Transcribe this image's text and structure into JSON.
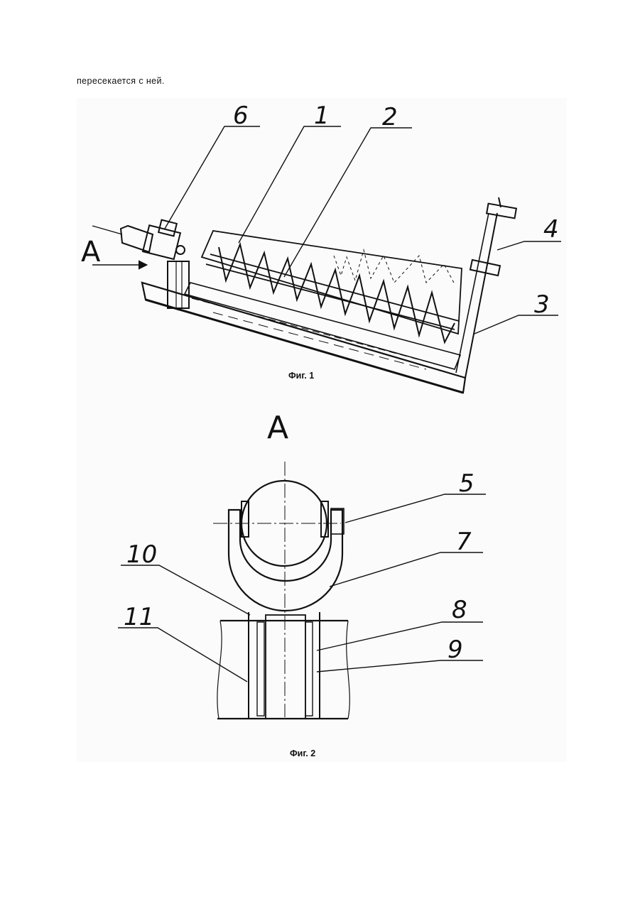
{
  "page": {
    "intro_text": "пересекается с ней."
  },
  "figure1": {
    "caption": "Фиг. 1",
    "view_arrow_label": "А",
    "callouts": [
      "6",
      "1",
      "2",
      "4",
      "3"
    ]
  },
  "figure2": {
    "caption": "Фиг. 2",
    "view_title": "А",
    "callouts": [
      "5",
      "7",
      "10",
      "8",
      "11",
      "9"
    ]
  }
}
